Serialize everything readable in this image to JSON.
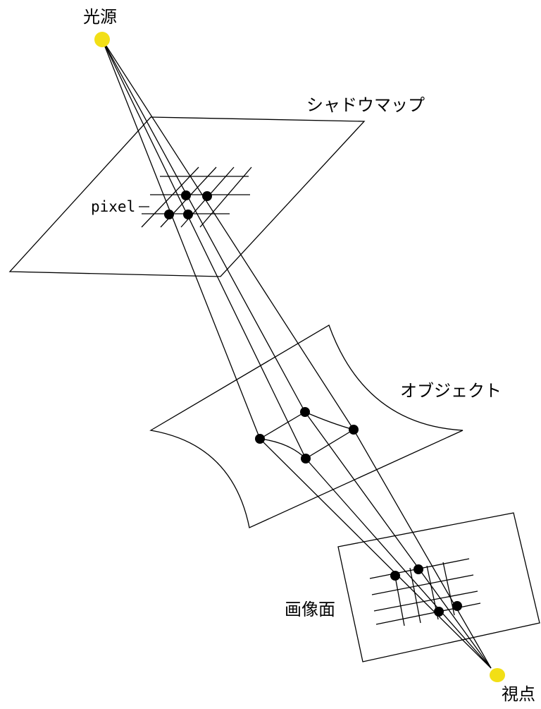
{
  "labels": {
    "light_source": "光源",
    "shadow_map": "シャドウマップ",
    "pixel": "pixel",
    "object": "オブジェクト",
    "image_plane": "画像面",
    "viewpoint": "視点"
  },
  "colors": {
    "light": "#f2df16",
    "line": "#000000",
    "background": "#ffffff"
  }
}
